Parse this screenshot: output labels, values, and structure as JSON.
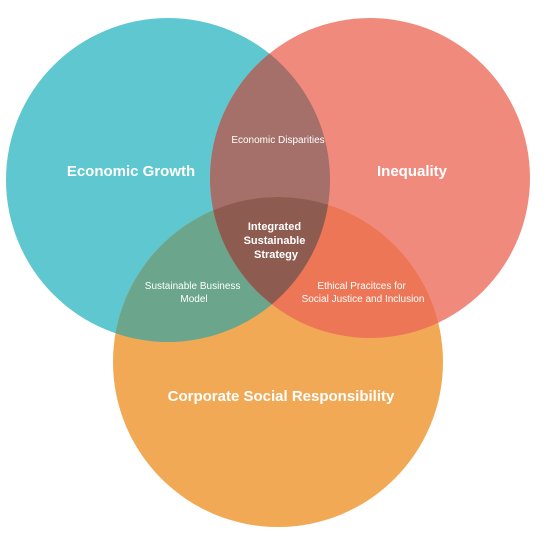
{
  "sets": {
    "economic_growth": {
      "label": "Economic Growth",
      "color": "#5ec7cf"
    },
    "inequality": {
      "label": "Inequality",
      "color": "#f08a7d"
    },
    "csr": {
      "label": "Corporate Social Responsibility",
      "color": "#f2a955"
    }
  },
  "intersections": {
    "growth_inequality": {
      "lines": [
        "Economic Disparities"
      ],
      "color": "#a56f6a"
    },
    "growth_csr": {
      "lines": [
        "Sustainable Business",
        "Model"
      ],
      "color": "#6aa58c"
    },
    "inequality_csr": {
      "lines": [
        "Ethical Pracitces for",
        "Social Justice and Inclusion"
      ],
      "color": "#ec7656"
    },
    "all_three": {
      "lines": [
        "Integrated",
        "Sustainable",
        "Strategy"
      ],
      "color": "#8e5b50"
    }
  }
}
